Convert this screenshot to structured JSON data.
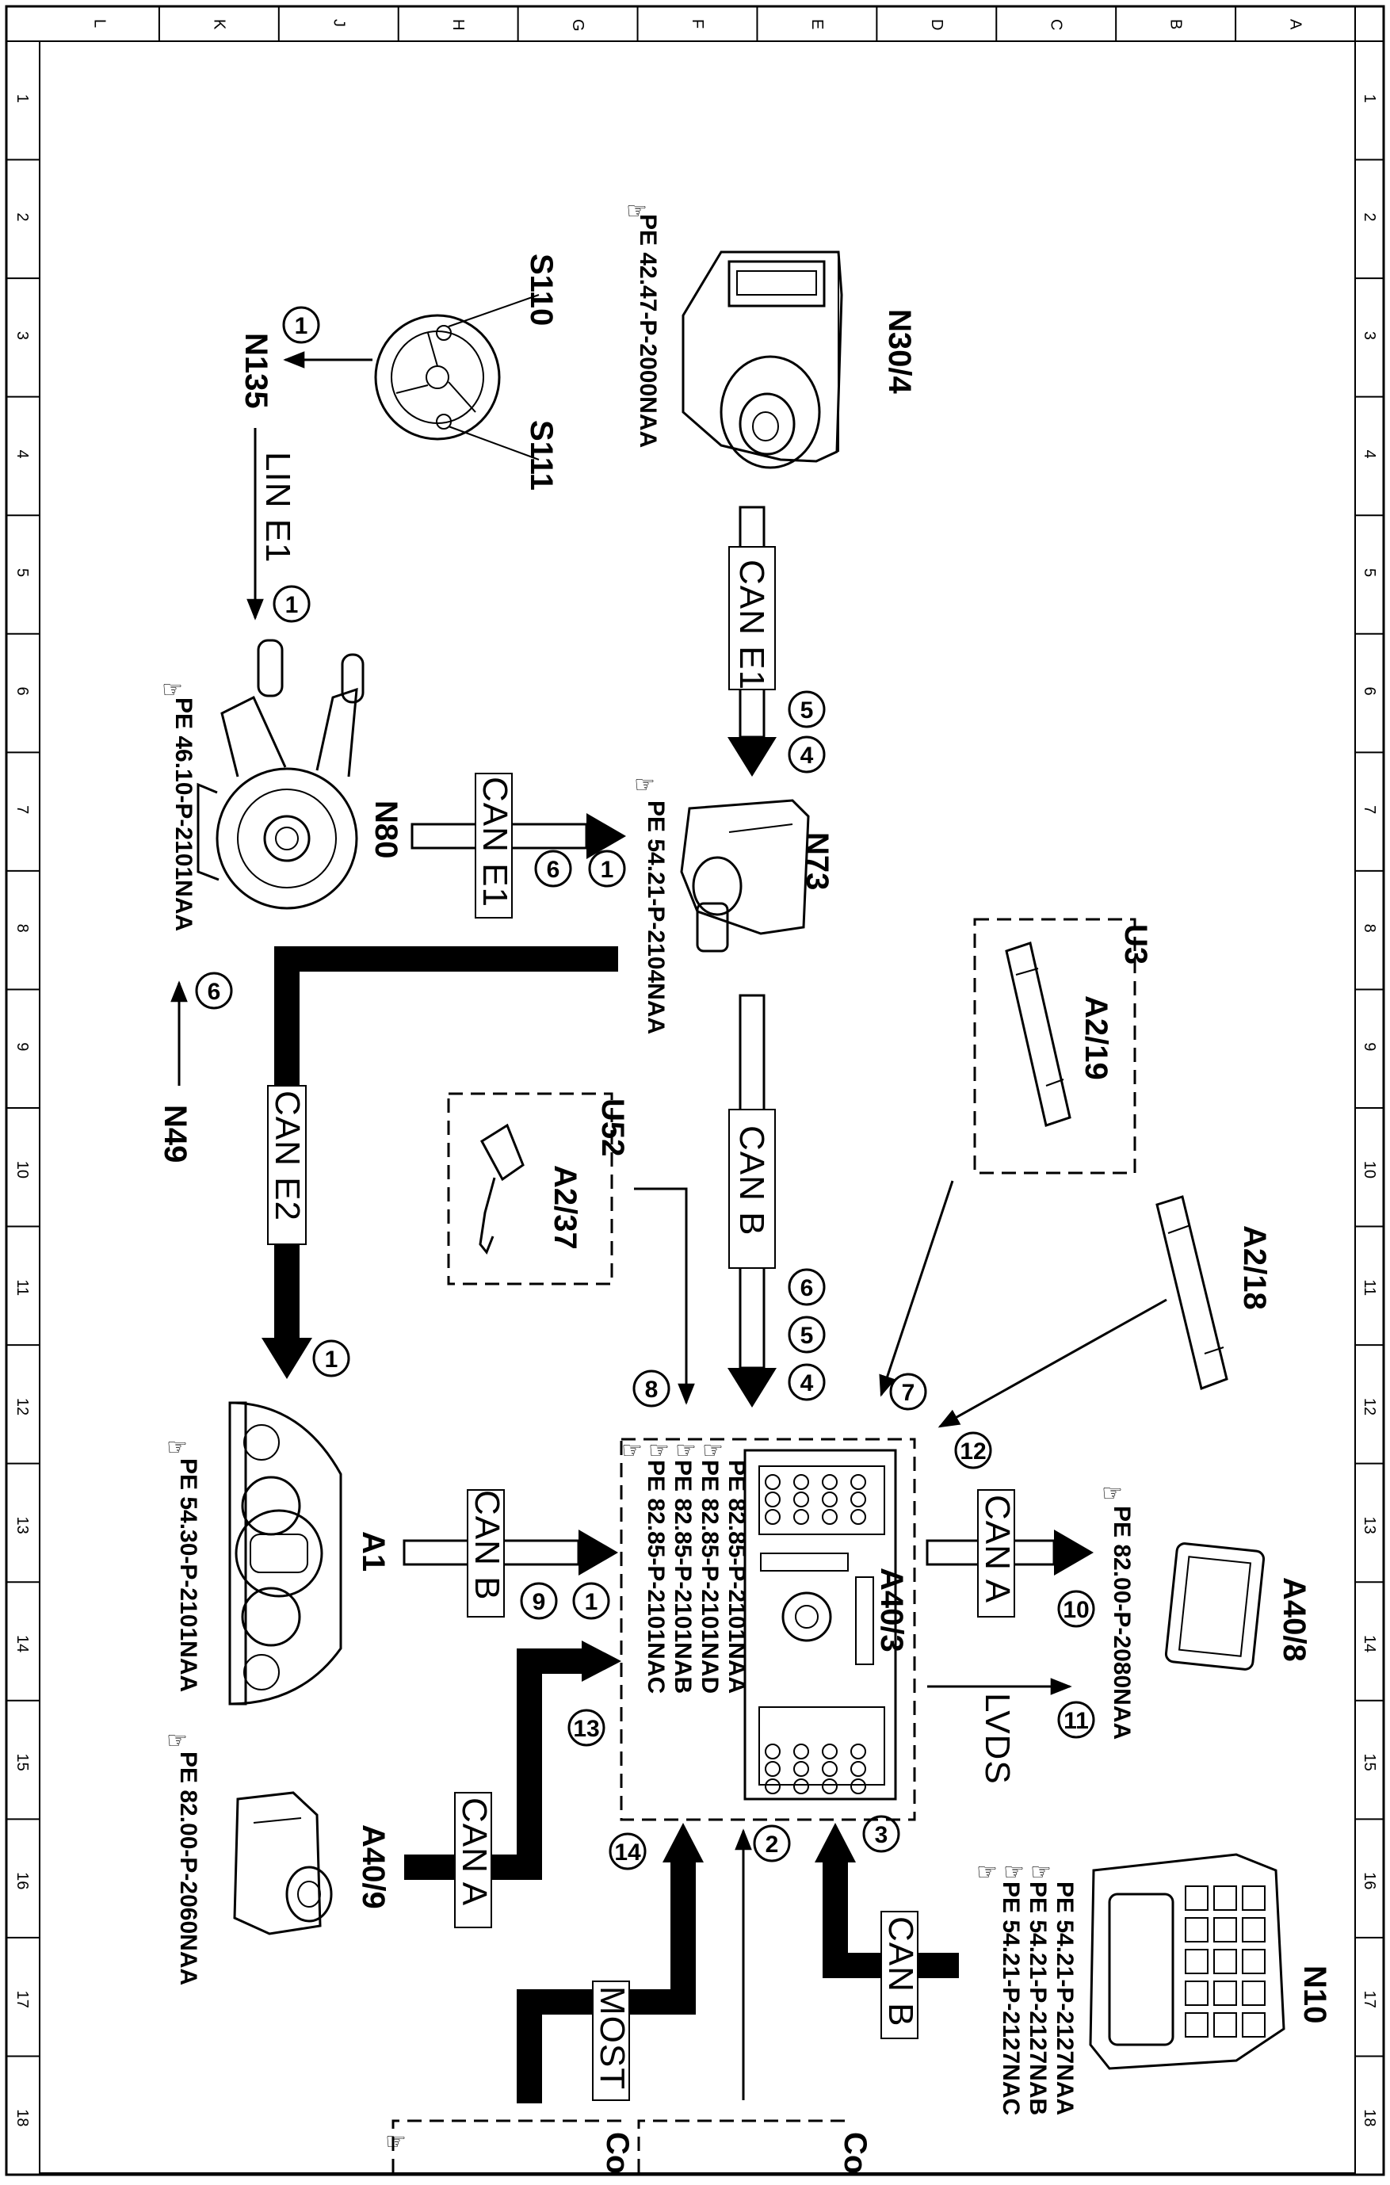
{
  "border": {
    "columns": [
      "L",
      "K",
      "J",
      "H",
      "G",
      "F",
      "E",
      "D",
      "C",
      "B",
      "A"
    ],
    "rows": [
      "1",
      "2",
      "3",
      "4",
      "5",
      "6",
      "7",
      "8",
      "9",
      "10",
      "11",
      "12",
      "13",
      "14",
      "15",
      "16",
      "17",
      "18"
    ]
  },
  "components": {
    "n30_4": {
      "label": "N30/4",
      "ref": "PE 42.47-P-2000NAA"
    },
    "s110": {
      "label": "S110"
    },
    "s111": {
      "label": "S111"
    },
    "n135": {
      "label": "N135"
    },
    "n80": {
      "label": "N80",
      "ref": "PE 46.10-P-2101NAA"
    },
    "n73": {
      "label": "N73",
      "ref": "PE 54.21-P-2104NAA"
    },
    "u3": {
      "label": "U3"
    },
    "a2_19": {
      "label": "A2/19"
    },
    "n49": {
      "label": "N49"
    },
    "u52": {
      "label": "U52"
    },
    "a2_37": {
      "label": "A2/37"
    },
    "a2_18": {
      "label": "A2/18"
    },
    "a1": {
      "label": "A1",
      "ref": "PE 54.30-P-2101NAA"
    },
    "a40_3": {
      "label": "A40/3",
      "refs": [
        "PE 82.85-P-2101NAA",
        "PE 82.85-P-2101NAD",
        "PE 82.85-P-2101NAB",
        "PE 82.85-P-2101NAC"
      ]
    },
    "a40_8": {
      "label": "A40/8",
      "ref": "PE 82.00-P-2080NAA"
    },
    "a40_9": {
      "label": "A40/9",
      "ref": "PE 82.00-P-2060NAA"
    },
    "n10": {
      "label": "N10",
      "refs": [
        "PE 54.21-P-2127NAA",
        "PE 54.21-P-2127NAB",
        "PE 54.21-P-2127NAC"
      ]
    },
    "bottom_left": {
      "label": "Co"
    },
    "bottom_right": {
      "label": "Co"
    }
  },
  "buses": {
    "lin_e1": "LIN E1",
    "can_e1_top": "CAN E1",
    "can_e1_mid": "CAN E1",
    "can_e2": "CAN E2",
    "can_b_mid": "CAN B",
    "can_b_a1": "CAN B",
    "can_a_a40_8": "CAN A",
    "lvds": "LVDS",
    "can_a_a40_9": "CAN A",
    "most": "MOST",
    "can_b_n10": "CAN B"
  },
  "callouts": {
    "c_n135": "1",
    "c_lin": "1",
    "c_cane1_5": "5",
    "c_cane1_4": "4",
    "c_n80_1": "1",
    "c_n80_6": "6",
    "c_n49": "6",
    "c_cane2": "1",
    "c_canb_6": "6",
    "c_canb_5": "5",
    "c_canb_4": "4",
    "c_a2_37": "8",
    "c_u3": "7",
    "c_a2_18": "12",
    "c_a1_9": "9",
    "c_a1_1": "1",
    "c_a40_8": "10",
    "c_lvds": "11",
    "c_a40_9": "13",
    "c_most": "14",
    "c_2": "2",
    "c_3": "3"
  }
}
